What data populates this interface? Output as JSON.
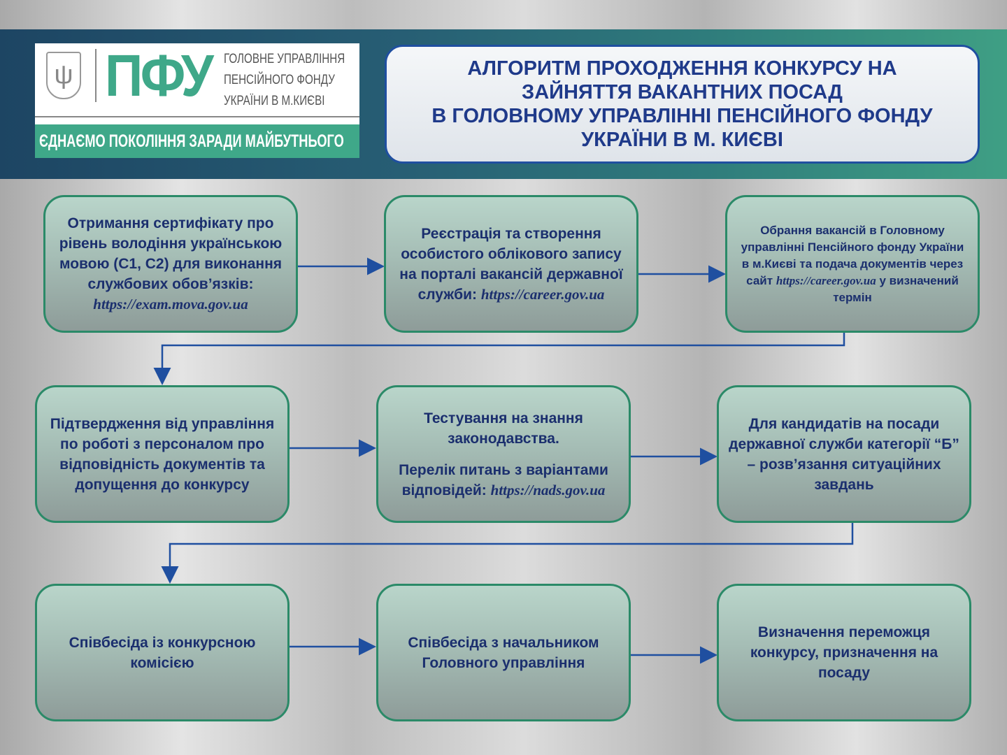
{
  "header": {
    "logo": {
      "abbr": "ПФУ",
      "org_lines": [
        "ГОЛОВНЕ УПРАВЛІННЯ",
        "ПЕНСІЙНОГО ФОНДУ",
        "УКРАЇНИ В М.КИЄВІ"
      ],
      "slogan": "ЄДНАЄМО ПОКОЛІННЯ ЗАРАДИ МАЙБУТНЬОГО"
    },
    "title_lines": [
      "АЛГОРИТМ ПРОХОДЖЕННЯ КОНКУРСУ НА",
      "ЗАЙНЯТТЯ ВАКАНТНИХ ПОСАД",
      "В ГОЛОВНОМУ УПРАВЛІННІ ПЕНСІЙНОГО ФОНДУ",
      "УКРАЇНИ В М. КИЄВІ"
    ]
  },
  "steps": [
    {
      "text": "Отримання сертифікату про рівень володіння українською мовою (С1, С2) для виконання службових обов’язків:",
      "url": "https://exam.mova.gov.ua",
      "after": ""
    },
    {
      "text": "Реєстрація та створення особистого облікового запису на порталі вакансій державної служби:",
      "url": "https://career.gov.ua",
      "after": ""
    },
    {
      "text": "Обрання вакансій в Головному управлінні Пенсійного фонду України в м.Києві та подача документів через сайт",
      "url": "https://career.gov.ua",
      "after": "у визначений термін"
    },
    {
      "text": "Підтвердження від управління по роботі з персоналом про відповідність документів та допущення до конкурсу",
      "url": "",
      "after": ""
    },
    {
      "text": "Тестування на знання законодавства.",
      "text2": "Перелік питань з варіантами відповідей:",
      "url": "https://nads.gov.ua",
      "after": ""
    },
    {
      "text": "Для кандидатів на посади державної служби категорії “Б” – розв’язання ситуаційних завдань",
      "url": "",
      "after": ""
    },
    {
      "text": "Співбесіда із конкурсною комісією",
      "url": "",
      "after": ""
    },
    {
      "text": "Співбесіда з начальником Головного управління",
      "url": "",
      "after": ""
    },
    {
      "text": "Визначення переможця конкурсу, призначення на посаду",
      "url": "",
      "after": ""
    }
  ],
  "colors": {
    "arrow": "#1f4fa0",
    "border": "#2b8a68",
    "text": "#1b2f6e"
  }
}
